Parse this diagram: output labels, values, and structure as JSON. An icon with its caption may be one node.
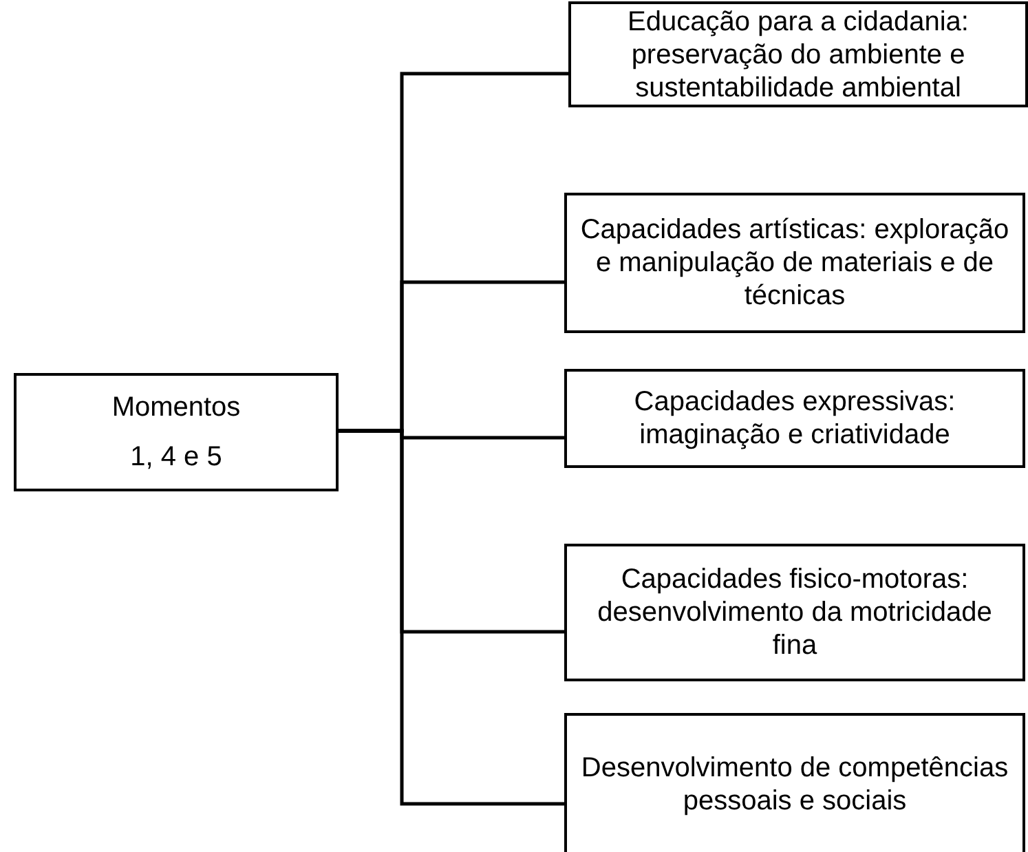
{
  "diagram": {
    "nodes": [
      {
        "text": [
          "Momentos",
          "1, 4 e 5"
        ]
      },
      {
        "text": [
          "Educação para a cidadania: preservação do ambiente e sustentabilidade ambiental"
        ]
      },
      {
        "text": [
          "Capacidades artísticas: exploração e manipulação de materiais e de técnicas"
        ]
      },
      {
        "text": [
          "Capacidades expressivas: imaginação e criatividade"
        ]
      },
      {
        "text": [
          "Capacidades fisico-motoras: desenvolvimento da motricidade fina"
        ]
      },
      {
        "text": [
          "Desenvolvimento de competências pessoais e sociais"
        ]
      }
    ],
    "edges": [
      {
        "from": 0,
        "to": 1,
        "arrow": "none"
      },
      {
        "from": 0,
        "to": 2,
        "arrow": "none"
      },
      {
        "from": 0,
        "to": 3,
        "arrow": "none"
      },
      {
        "from": 0,
        "to": 4,
        "arrow": "none"
      },
      {
        "from": 0,
        "to": 5,
        "arrow": "none"
      }
    ]
  }
}
